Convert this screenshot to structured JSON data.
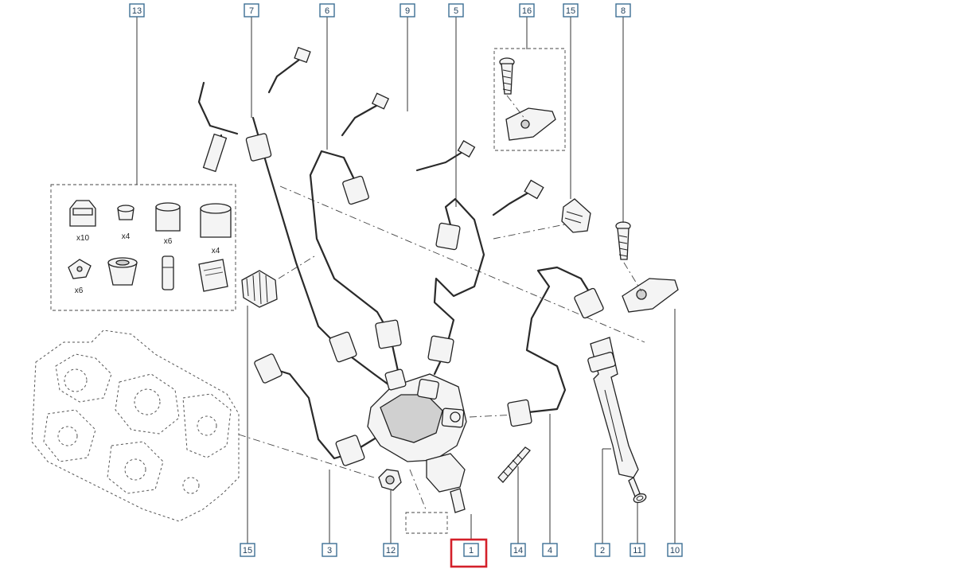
{
  "callouts": [
    {
      "id": "c13",
      "label": "13"
    },
    {
      "id": "c7",
      "label": "7"
    },
    {
      "id": "c6",
      "label": "6"
    },
    {
      "id": "c9",
      "label": "9"
    },
    {
      "id": "c5",
      "label": "5"
    },
    {
      "id": "c16",
      "label": "16"
    },
    {
      "id": "c15top",
      "label": "15"
    },
    {
      "id": "c8",
      "label": "8"
    },
    {
      "id": "c15bot",
      "label": "15"
    },
    {
      "id": "c3",
      "label": "3"
    },
    {
      "id": "c12",
      "label": "12"
    },
    {
      "id": "c1",
      "label": "1"
    },
    {
      "id": "c14",
      "label": "14"
    },
    {
      "id": "c4",
      "label": "4"
    },
    {
      "id": "c2",
      "label": "2"
    },
    {
      "id": "c11",
      "label": "11"
    },
    {
      "id": "c10",
      "label": "10"
    }
  ],
  "highlighted_callout": "1",
  "highlight_color": "#d4202a",
  "callout_color": "#3d6f95",
  "kit_quantities": {
    "q1": "x10",
    "q2": "x4",
    "q3": "x6",
    "q4": "x4",
    "q5": "x6"
  }
}
